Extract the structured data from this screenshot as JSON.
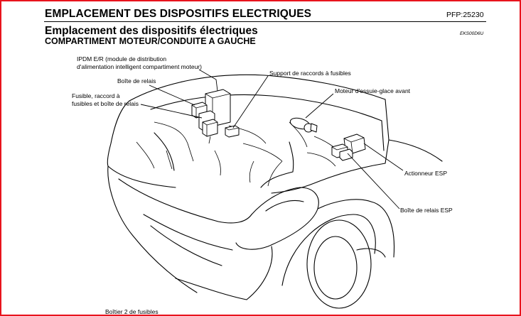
{
  "header": {
    "title": "EMPLACEMENT DES DISPOSITIFS ELECTRIQUES",
    "pfp": "PFP:25230"
  },
  "section": {
    "title": "Emplacement des dispositifs électriques",
    "code": "EKS00D6U",
    "subtitle": "COMPARTIMENT MOTEUR/CONDUITE A GAUCHE"
  },
  "labels": {
    "ipdm_line1": "IPDM E/R (module de distribution",
    "ipdm_line2": "d'alimentation intelligent compartiment moteur)",
    "relay_box": "Boîte de relais",
    "fuse_line1": "Fusible, raccord à",
    "fuse_line2": "fusibles et boîte de relais",
    "fuse_connector_support": "Support de raccords à fusibles",
    "wiper_motor": "Moteur d'essuie-glace avant",
    "esp_actuator": "Actionneur ESP",
    "esp_relay_box": "Boîte de relais ESP",
    "fuse_box_2": "Boîtier 2 de fusibles"
  }
}
